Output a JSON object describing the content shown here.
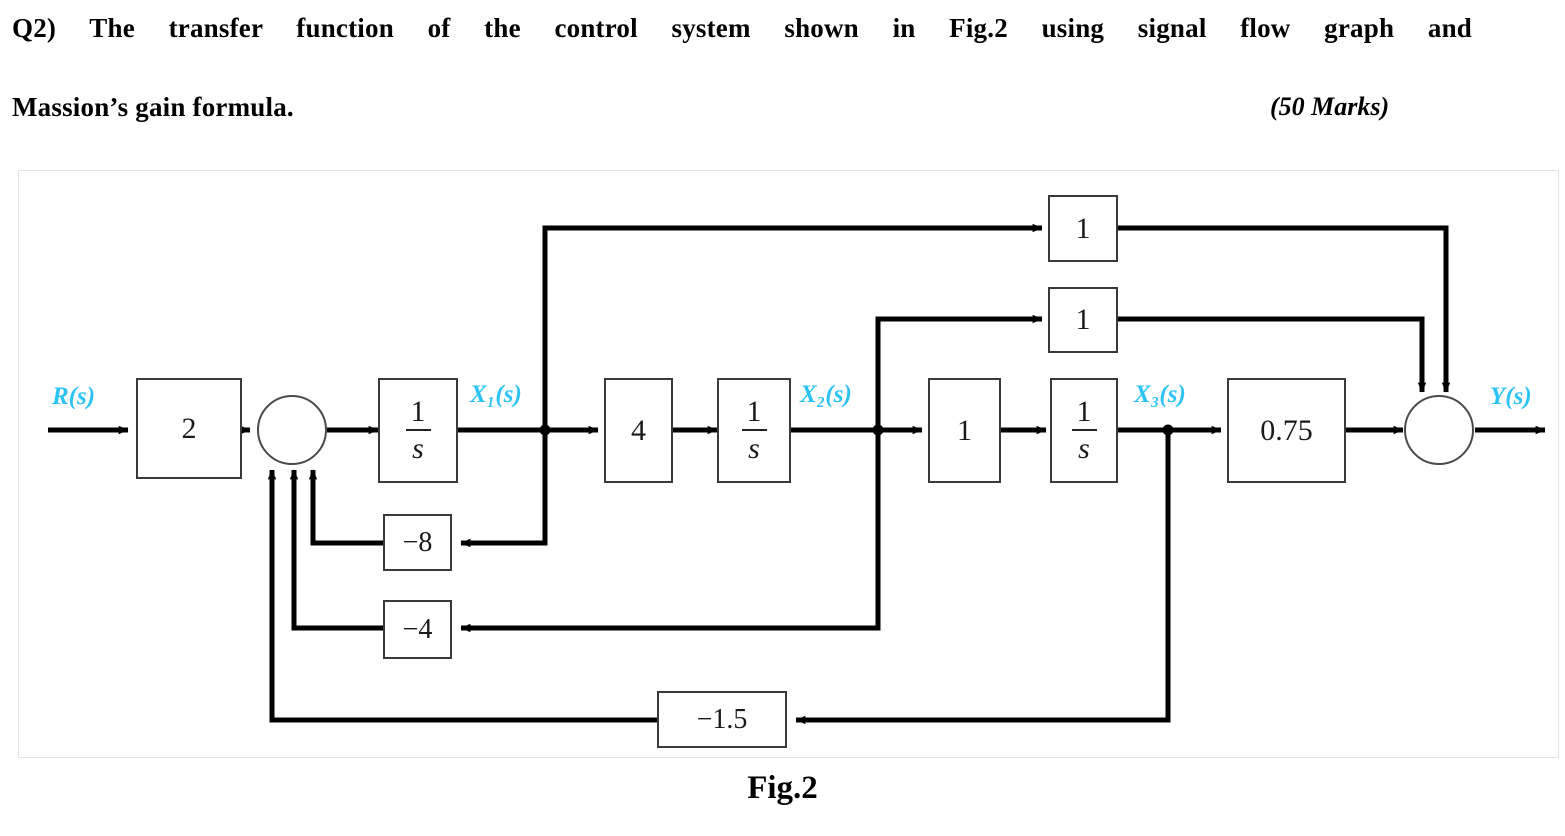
{
  "question": {
    "line1": "Q2) The transfer function of the control system shown in Fig.2 using signal flow graph and",
    "line2": "Massion’s gain formula.",
    "marks": "(50 Marks)"
  },
  "figure": {
    "caption": "Fig.2",
    "accent_color": "#2BC3F5",
    "line_color": "#000000",
    "block_border_color": "#3a3a3a",
    "signal_labels": {
      "input": "R(s)",
      "x1": "X₁(s)",
      "x2": "X₂(s)",
      "x3": "X₃(s)",
      "output": "Y(s)"
    },
    "blocks": [
      {
        "id": "gain-2",
        "label": "2",
        "type": "gain"
      },
      {
        "id": "integrator-1",
        "label": "1/s",
        "type": "integrator",
        "num": "1",
        "den": "s"
      },
      {
        "id": "gain-4",
        "label": "4",
        "type": "gain"
      },
      {
        "id": "integrator-2",
        "label": "1/s",
        "type": "integrator",
        "num": "1",
        "den": "s"
      },
      {
        "id": "gain-1-fwd",
        "label": "1",
        "type": "gain"
      },
      {
        "id": "integrator-3",
        "label": "1/s",
        "type": "integrator",
        "num": "1",
        "den": "s"
      },
      {
        "id": "gain-075",
        "label": "0.75",
        "type": "gain"
      },
      {
        "id": "gain-top-1",
        "label": "1",
        "type": "feedforward"
      },
      {
        "id": "gain-mid-1",
        "label": "1",
        "type": "feedforward"
      },
      {
        "id": "gain-neg-8",
        "label": "−8",
        "type": "feedback"
      },
      {
        "id": "gain-neg-4",
        "label": "−4",
        "type": "feedback"
      },
      {
        "id": "gain-neg-15",
        "label": "−1.5",
        "type": "feedback"
      }
    ],
    "summing_junctions": [
      {
        "id": "input-summer",
        "inputs": 4
      },
      {
        "id": "output-summer",
        "inputs": 3
      }
    ]
  }
}
